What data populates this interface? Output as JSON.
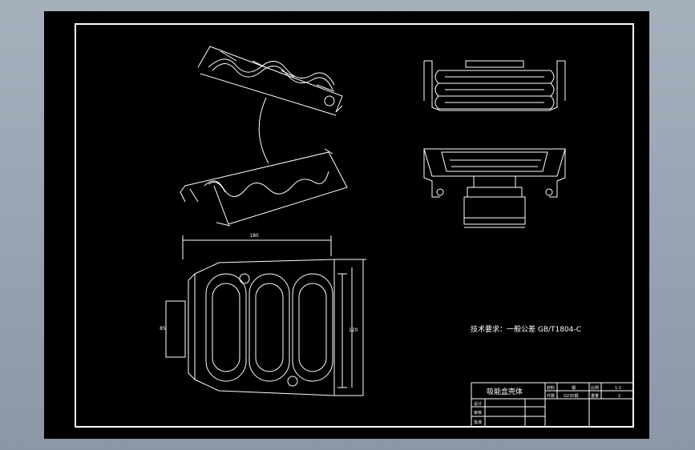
{
  "drawing": {
    "technical_requirement": "技术要求：一般公差 GB/T1804-C",
    "title_block": {
      "part_name": "吸能盒壳体",
      "cell_material_label": "材料",
      "cell_material_value": "钢",
      "cell_scale_label": "比例",
      "cell_scale_value": "1:1",
      "cell_qty_label": "件数",
      "cell_qty_value": "Q235钢",
      "cell_weight_label": "重量",
      "cell_weight_value": "2",
      "row_design": "设计",
      "row_check": "审核",
      "row_approve": "批准"
    },
    "dimensions": {
      "top_view_width": "180",
      "top_view_left": "85",
      "side_height": "120"
    }
  },
  "colors": {
    "background": "#000000",
    "lines": "#ffffff",
    "outer_frame": "#9aa4b2"
  }
}
